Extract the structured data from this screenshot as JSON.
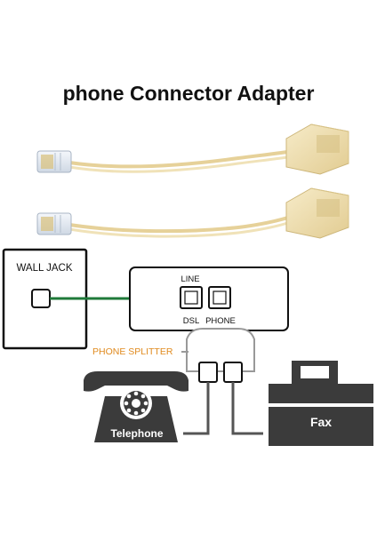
{
  "title": "phone Connector Adapter",
  "labels": {
    "wall_jack": "WALL JACK",
    "line": "LINE",
    "dsl": "DSL",
    "phone": "PHONE",
    "phone_splitter": "PHONE SPLITTER",
    "telephone": "Telephone",
    "fax": "Fax"
  },
  "colors": {
    "cable_beige": "#efdca9",
    "plug_clear": "#e8eef6",
    "dsl_line_green": "#1f7a3a",
    "splitter_label_orange": "#e08a1e",
    "device_dark": "#3b3b3b"
  }
}
